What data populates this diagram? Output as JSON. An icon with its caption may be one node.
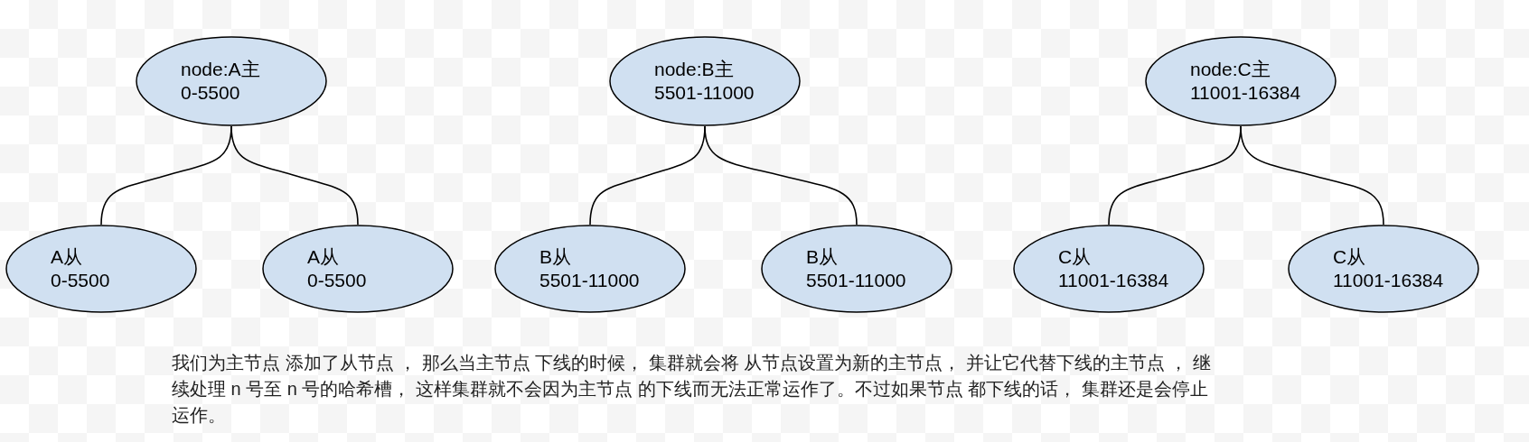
{
  "diagram": {
    "nodes": [
      {
        "text": [
          "node:A主",
          "0-5500"
        ]
      },
      {
        "text": [
          "A从",
          "0-5500"
        ]
      },
      {
        "text": [
          "A从",
          "0-5500"
        ]
      },
      {
        "text": [
          "node:B主",
          "5501-11000"
        ]
      },
      {
        "text": [
          "B从",
          "5501-11000"
        ]
      },
      {
        "text": [
          "B从",
          "5501-11000"
        ]
      },
      {
        "text": [
          "node:C主",
          "11001-16384"
        ]
      },
      {
        "text": [
          "C从",
          "11001-16384"
        ]
      },
      {
        "text": [
          "C从",
          "11001-16384"
        ]
      }
    ],
    "edges": [
      {
        "from": 0,
        "to": 1,
        "arrow": "none"
      },
      {
        "from": 0,
        "to": 2,
        "arrow": "none"
      },
      {
        "from": 3,
        "to": 4,
        "arrow": "none"
      },
      {
        "from": 3,
        "to": 5,
        "arrow": "none"
      },
      {
        "from": 6,
        "to": 7,
        "arrow": "none"
      },
      {
        "from": 6,
        "to": 8,
        "arrow": "none"
      }
    ],
    "labels": [
      "我们为主节点 添加了从节点 ， 那么当主节点 下线的时候， 集群就会将 从节点设置为新的主节点， 并让它代替下线的主节点 ， 继续处理 n 号至 n 号的哈希槽， 这样集群就不会因为主节点 的下线而无法正常运作了。不过如果节点 都下线的话， 集群还是会停止运作。"
    ]
  }
}
